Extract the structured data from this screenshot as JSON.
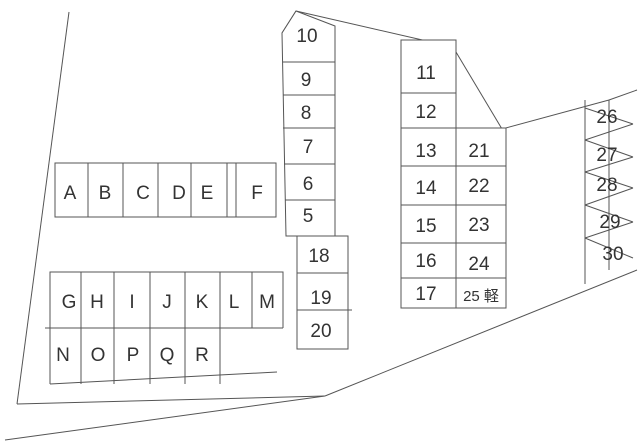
{
  "lot": {
    "spaces": [
      {
        "id": "10",
        "label": "10"
      },
      {
        "id": "9",
        "label": "9"
      },
      {
        "id": "8",
        "label": "8"
      },
      {
        "id": "7",
        "label": "7"
      },
      {
        "id": "6",
        "label": "6"
      },
      {
        "id": "5",
        "label": "5"
      },
      {
        "id": "11",
        "label": "11"
      },
      {
        "id": "12",
        "label": "12"
      },
      {
        "id": "13",
        "label": "13"
      },
      {
        "id": "14",
        "label": "14"
      },
      {
        "id": "15",
        "label": "15"
      },
      {
        "id": "16",
        "label": "16"
      },
      {
        "id": "17",
        "label": "17"
      },
      {
        "id": "21",
        "label": "21"
      },
      {
        "id": "22",
        "label": "22"
      },
      {
        "id": "23",
        "label": "23"
      },
      {
        "id": "24",
        "label": "24"
      },
      {
        "id": "25",
        "label": "25 軽"
      },
      {
        "id": "18",
        "label": "18"
      },
      {
        "id": "19",
        "label": "19"
      },
      {
        "id": "20",
        "label": "20"
      },
      {
        "id": "26",
        "label": "26"
      },
      {
        "id": "27",
        "label": "27"
      },
      {
        "id": "28",
        "label": "28"
      },
      {
        "id": "29",
        "label": "29"
      },
      {
        "id": "30",
        "label": "30"
      },
      {
        "id": "A",
        "label": "A"
      },
      {
        "id": "B",
        "label": "B"
      },
      {
        "id": "C",
        "label": "C"
      },
      {
        "id": "D",
        "label": "D"
      },
      {
        "id": "E",
        "label": "E"
      },
      {
        "id": "F",
        "label": "F"
      },
      {
        "id": "G",
        "label": "G"
      },
      {
        "id": "H",
        "label": "H"
      },
      {
        "id": "I",
        "label": "I"
      },
      {
        "id": "J",
        "label": "J"
      },
      {
        "id": "K",
        "label": "K"
      },
      {
        "id": "L",
        "label": "L"
      },
      {
        "id": "M",
        "label": "M"
      },
      {
        "id": "N",
        "label": "N"
      },
      {
        "id": "O",
        "label": "O"
      },
      {
        "id": "P",
        "label": "P"
      },
      {
        "id": "Q",
        "label": "Q"
      },
      {
        "id": "R",
        "label": "R"
      }
    ]
  }
}
